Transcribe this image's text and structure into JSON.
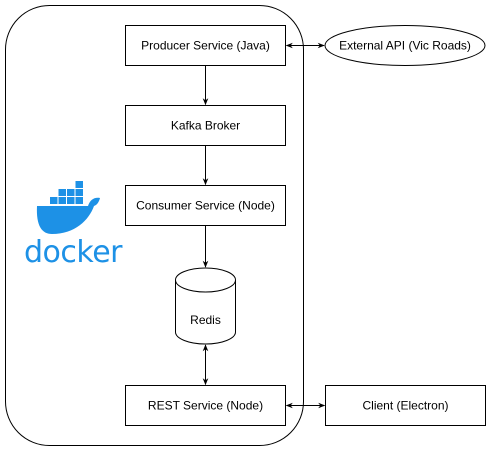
{
  "colors": {
    "stroke": "#000000",
    "fill": "#ffffff",
    "docker_blue": "#1d91e6"
  },
  "container": {
    "logo_text": "docker",
    "logo_icon": "docker-whale-icon"
  },
  "nodes": {
    "producer": "Producer Service (Java)",
    "kafka": "Kafka Broker",
    "consumer": "Consumer Service (Node)",
    "redis": "Redis",
    "rest": "REST Service (Node)",
    "external_api": "External API (Vic Roads)",
    "client": "Client (Electron)"
  }
}
